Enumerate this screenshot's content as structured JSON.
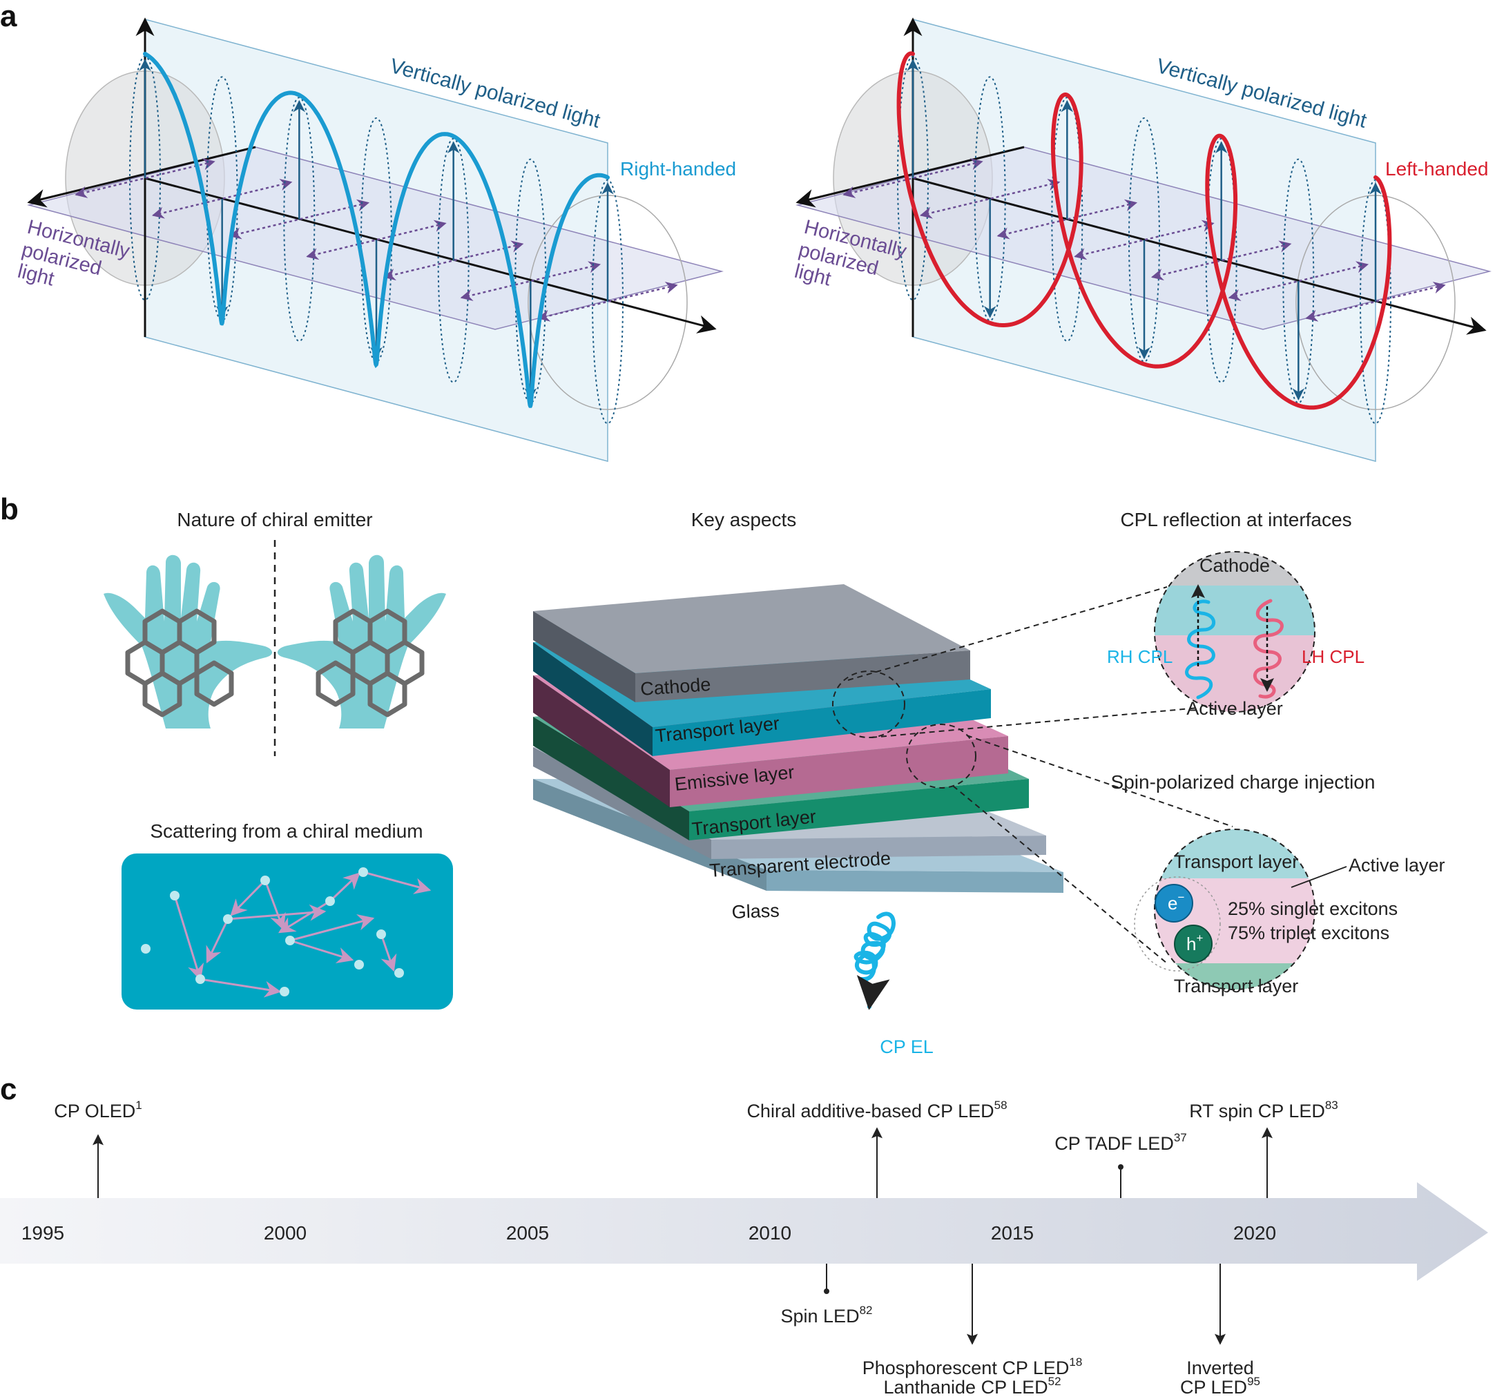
{
  "panels": {
    "a": "a",
    "b": "b",
    "c": "c"
  },
  "panel_a": {
    "left": {
      "plane_label": "Vertically polarized light",
      "horizontal_label": [
        "Horizontally",
        "polarized",
        "light"
      ],
      "handedness": "Right-handed",
      "color": "#1a9bd1"
    },
    "right": {
      "plane_label": "Vertically polarized light",
      "horizontal_label": [
        "Horizontally",
        "polarized",
        "light"
      ],
      "handedness": "Left-handed",
      "color": "#d91f2e"
    }
  },
  "panel_b": {
    "chiral_emitter_title": "Nature of chiral emitter",
    "key_aspects_title": "Key aspects",
    "scattering_title": "Scattering from a chiral medium",
    "layers": [
      "Cathode",
      "Transport layer",
      "Emissive layer",
      "Transport layer",
      "Transparent electrode",
      "Glass"
    ],
    "cp_el": "CP EL",
    "cpl_reflection": {
      "title": "CPL reflection at interfaces",
      "cathode": "Cathode",
      "rh": "RH CPL",
      "lh": "LH CPL",
      "active": "Active layer"
    },
    "spin_injection": {
      "title": "Spin-polarized charge injection",
      "top": "Transport layer",
      "bottom": "Transport layer",
      "active": "Active layer",
      "electron": "e",
      "electron_sup": "−",
      "hole": "h",
      "hole_sup": "+",
      "singlet": "25% singlet excitons",
      "triplet": "75% triplet excitons"
    }
  },
  "panel_c": {
    "years": [
      "1995",
      "2000",
      "2005",
      "2010",
      "2015",
      "2020"
    ],
    "events_above": [
      {
        "label": "CP OLED",
        "ref": "1"
      },
      {
        "label": "Chiral additive-based CP LED",
        "ref": "58"
      },
      {
        "label": "CP TADF LED",
        "ref": "37"
      },
      {
        "label": "RT spin CP LED",
        "ref": "83"
      }
    ],
    "events_below": [
      {
        "label": "Spin LED",
        "ref": "82"
      },
      {
        "lines": [
          {
            "label": "Phosphorescent CP LED",
            "ref": "18"
          },
          {
            "label": "Lanthanide CP LED",
            "ref": "52"
          }
        ]
      },
      {
        "lines": [
          {
            "label": "Inverted",
            "ref": ""
          },
          {
            "label": "CP LED",
            "ref": "95"
          }
        ]
      }
    ]
  }
}
